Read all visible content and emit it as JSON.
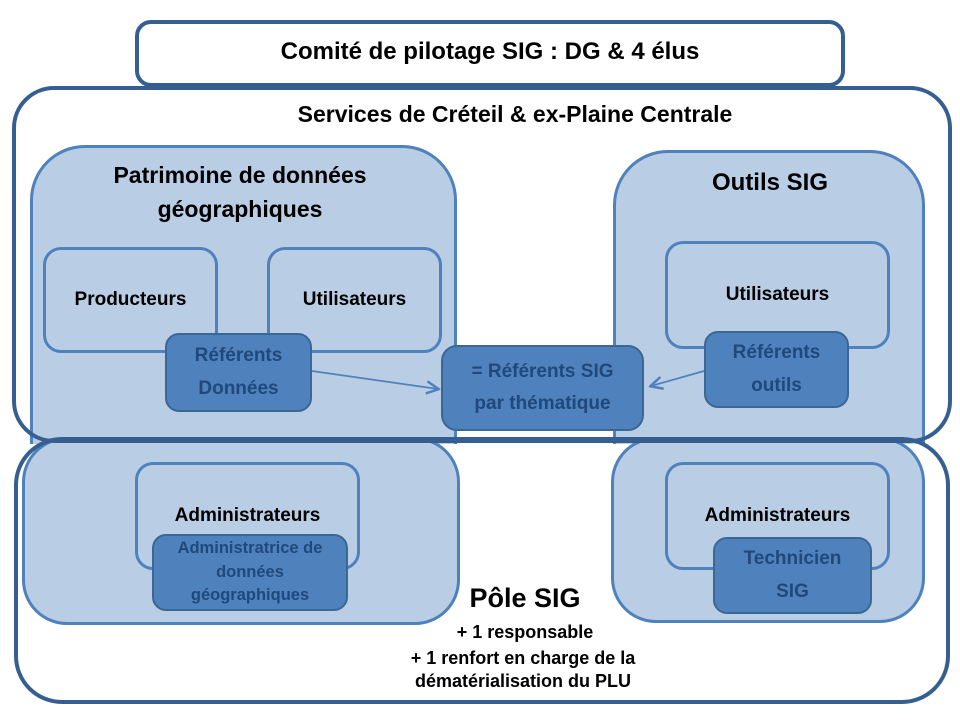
{
  "colors": {
    "outer_border_navy": "#365f91",
    "accent_blue": "#4f81bd",
    "light_blue_fill": "#b9cde5",
    "dark_box_text": "#1f497d",
    "plain_text": "#000000",
    "background": "#ffffff"
  },
  "nodes": {
    "comite": "Comité de pilotage SIG : DG & 4 élus",
    "services": "Services de Créteil & ex-Plaine Centrale",
    "patrimoine_title": "Patrimoine de données géographiques",
    "producteurs": "Producteurs",
    "utilisateurs_donnees": "Utilisateurs",
    "referents_donnees": "Référents Données",
    "referents_sig": "= Référents SIG par thématique",
    "outils_title": "Outils SIG",
    "utilisateurs_outils": "Utilisateurs",
    "referents_outils": "Référents outils",
    "administrateurs_donnees": "Administrateurs",
    "administratrice": "Administratrice de données géographiques",
    "administrateurs_outils": "Administrateurs",
    "technicien": "Technicien SIG",
    "pole_title": "Pôle SIG",
    "pole_line1": "+ 1 responsable",
    "pole_line2": "+ 1 renfort en charge de la dématérialisation du PLU"
  }
}
